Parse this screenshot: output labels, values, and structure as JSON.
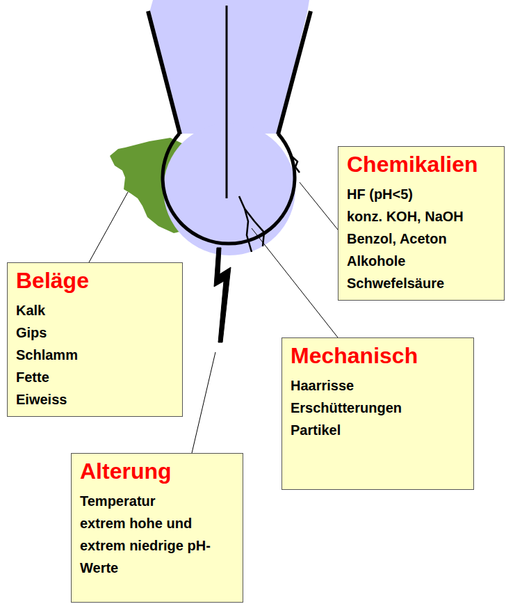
{
  "diagram": {
    "nodes": [
      {
        "text": [
          "Chemikalien",
          "HF (pH<5)",
          "konz. KOH, NaOH",
          "Benzol, Aceton",
          "Alkohole",
          "Schwefelsäure"
        ]
      },
      {
        "text": [
          "Beläge",
          "Kalk",
          "Gips",
          "Schlamm",
          "Fette",
          "Eiweiss"
        ]
      },
      {
        "text": [
          "Mechanisch",
          "Haarrisse",
          "Erschütterungen",
          "Partikel"
        ]
      },
      {
        "text": [
          "Alterung",
          "Temperatur",
          "extrem hohe und extrem niedrige pH-Werte"
        ]
      }
    ]
  }
}
